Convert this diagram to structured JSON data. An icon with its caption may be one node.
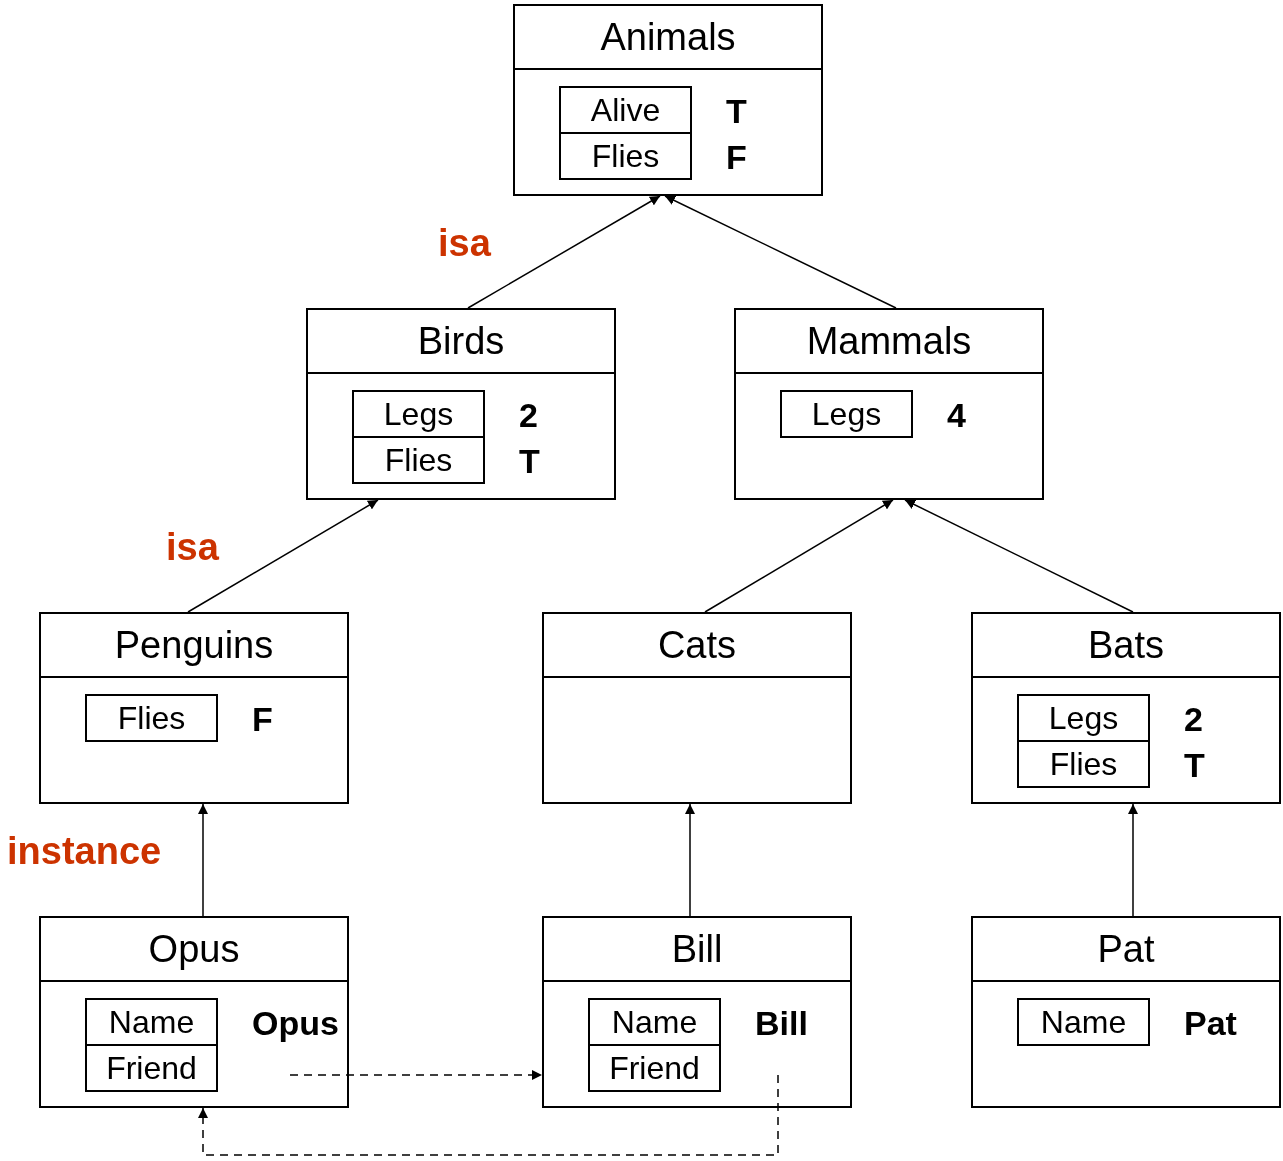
{
  "diagram": {
    "nodes": [
      {
        "text": [
          "Animals"
        ]
      },
      {
        "text": [
          "Alive"
        ],
        "in": 0,
        "beside": [
          "T"
        ]
      },
      {
        "text": [
          "Flies"
        ],
        "in": 0,
        "beside": [
          "F"
        ]
      },
      {
        "text": [
          "Birds"
        ]
      },
      {
        "text": [
          "Legs"
        ],
        "in": 3,
        "beside": [
          "2"
        ]
      },
      {
        "text": [
          "Flies"
        ],
        "in": 3,
        "beside": [
          "T"
        ]
      },
      {
        "text": [
          "Mammals"
        ]
      },
      {
        "text": [
          "Legs"
        ],
        "in": 6,
        "beside": [
          "4"
        ]
      },
      {
        "text": [
          "Penguins"
        ]
      },
      {
        "text": [
          "Flies"
        ],
        "in": 8,
        "beside": [
          "F"
        ]
      },
      {
        "text": [
          "Cats"
        ]
      },
      {
        "text": [
          "Bats"
        ]
      },
      {
        "text": [
          "Legs"
        ],
        "in": 11,
        "beside": [
          "2"
        ]
      },
      {
        "text": [
          "Flies"
        ],
        "in": 11,
        "beside": [
          "T"
        ]
      },
      {
        "text": [
          "Opus"
        ]
      },
      {
        "text": [
          "Name"
        ],
        "in": 14,
        "beside": [
          "Opus"
        ]
      },
      {
        "text": [
          "Friend"
        ],
        "in": 14
      },
      {
        "text": [
          "Bill"
        ]
      },
      {
        "text": [
          "Name"
        ],
        "in": 17,
        "beside": [
          "Bill"
        ]
      },
      {
        "text": [
          "Friend"
        ],
        "in": 17
      },
      {
        "text": [
          "Pat"
        ]
      },
      {
        "text": [
          "Name"
        ],
        "in": 20,
        "beside": [
          "Pat"
        ]
      }
    ],
    "edges": [
      {
        "from": 3,
        "to": 0,
        "arrow": "to",
        "label": "isa"
      },
      {
        "from": 6,
        "to": 0,
        "arrow": "to"
      },
      {
        "from": 8,
        "to": 3,
        "arrow": "to",
        "label": "isa"
      },
      {
        "from": 10,
        "to": 6,
        "arrow": "to"
      },
      {
        "from": 11,
        "to": 6,
        "arrow": "to"
      },
      {
        "from": 14,
        "to": 8,
        "arrow": "to",
        "label": "instance"
      },
      {
        "from": 17,
        "to": 10,
        "arrow": "to"
      },
      {
        "from": 20,
        "to": 11,
        "arrow": "to"
      },
      {
        "from": null,
        "to": 17,
        "arrow": "to",
        "style": "dashed"
      },
      {
        "from": null,
        "to": 14,
        "arrow": "to",
        "style": "dashed"
      }
    ]
  }
}
